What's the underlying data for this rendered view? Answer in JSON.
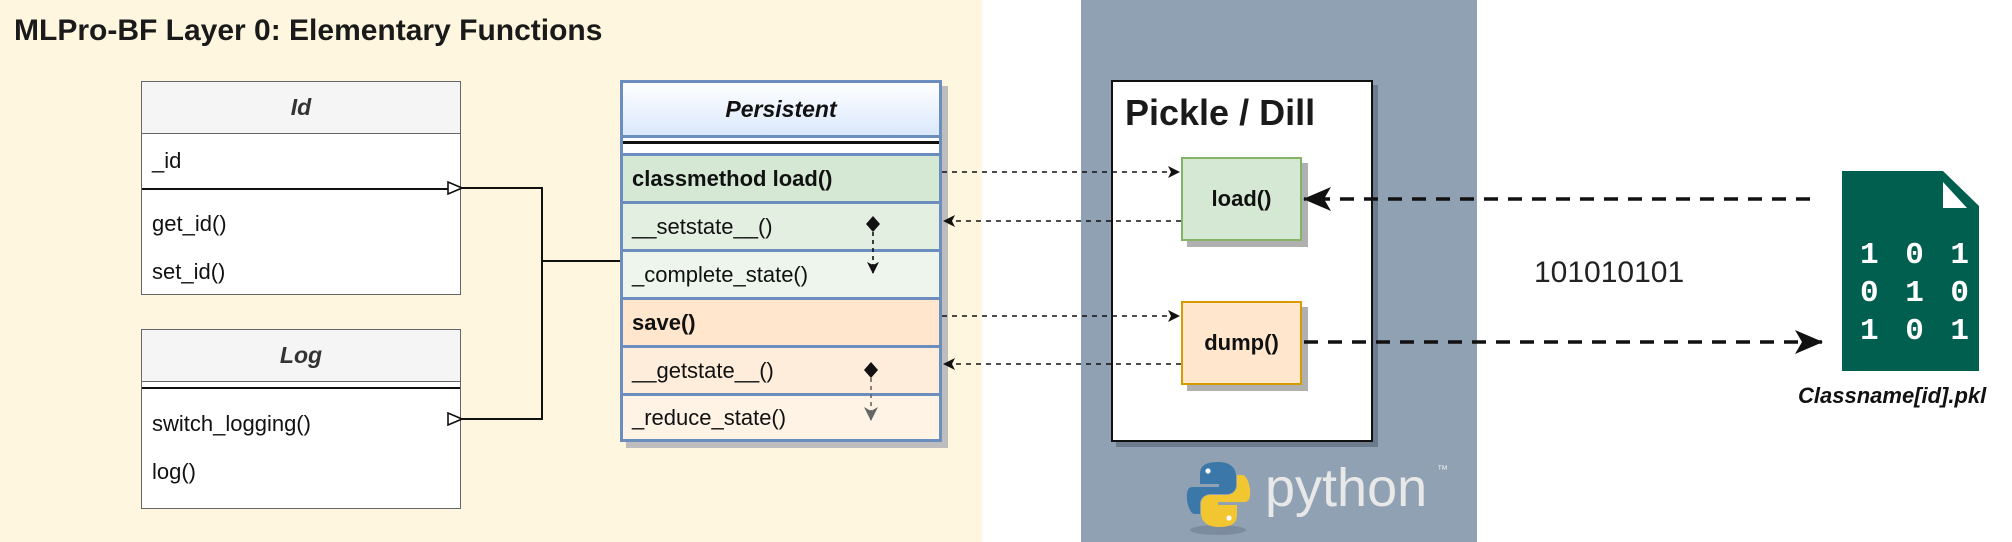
{
  "layer0_panel": {
    "title": "MLPro-BF Layer 0: Elementary Functions"
  },
  "class_id": {
    "name": "Id",
    "attributes": [
      "_id"
    ],
    "methods": [
      "get_id()",
      "set_id()"
    ]
  },
  "class_log": {
    "name": "Log",
    "methods": [
      "switch_logging()",
      "log()"
    ]
  },
  "class_persistent": {
    "name": "Persistent",
    "rows": [
      {
        "label": "classmethod load()",
        "bold": true
      },
      {
        "label": "__setstate__()",
        "bold": false
      },
      {
        "label": "_complete_state()",
        "bold": false
      },
      {
        "label": "save()",
        "bold": true
      },
      {
        "label": "__getstate__()",
        "bold": false
      },
      {
        "label": "_reduce_state()",
        "bold": false
      }
    ]
  },
  "pickle": {
    "title": "Pickle / Dill",
    "load_label": "load()",
    "dump_label": "dump()"
  },
  "binary_label": "101010101",
  "file": {
    "bits": [
      "1 0 1",
      "0 1 0",
      "1 0 1"
    ],
    "caption": "Classname[id].pkl"
  },
  "python_logo": {
    "text": "python",
    "tm": "™"
  },
  "colors": {
    "panel_layer0": "#fff6e0",
    "panel_python": "#8fa1b3",
    "persistent_border": "#6c8ebf",
    "load_fill": "#d5e8d4",
    "load_border": "#82b366",
    "dump_fill": "#ffe6cc",
    "dump_border": "#d79b00",
    "file_fill": "#005f4f"
  }
}
